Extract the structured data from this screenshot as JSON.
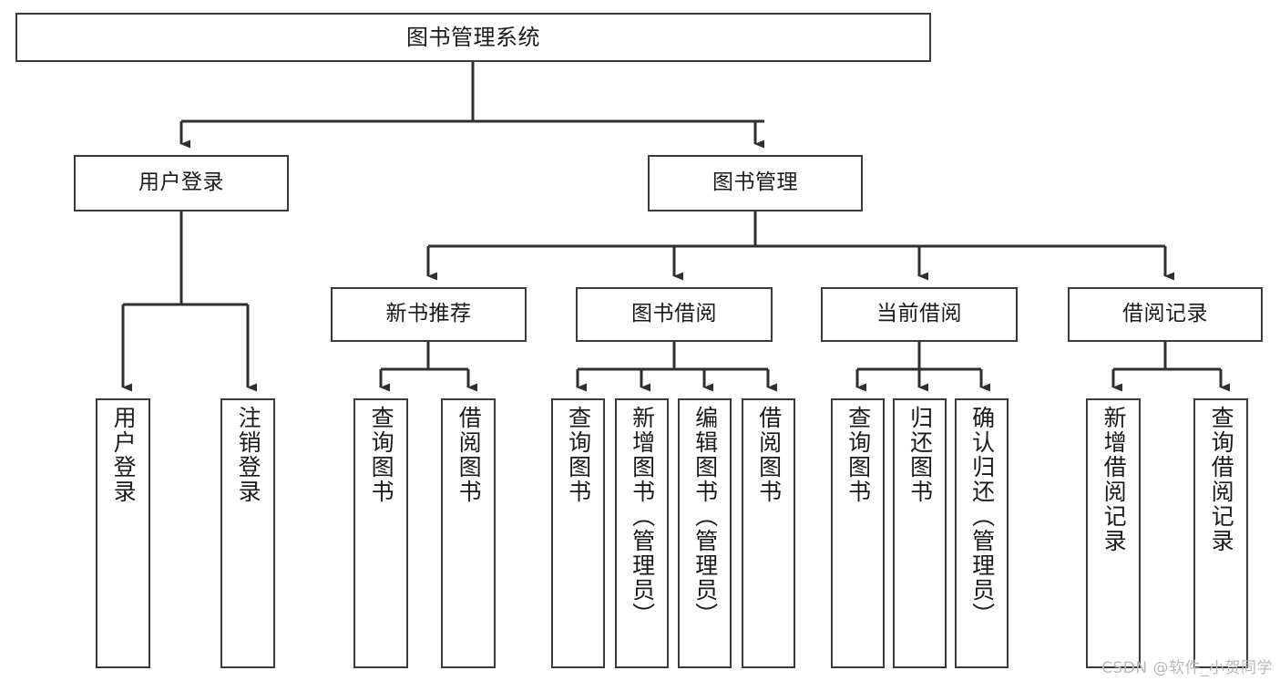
{
  "diagram": {
    "kind": "function-structure-tree",
    "title": "图书管理系统",
    "watermark": "CSDN @软件_小贺同学",
    "colors": {
      "node_border": "#3a3a3a",
      "node_fill": "#ffffff",
      "edge": "#2f2f2f",
      "text": "#1a1a1a",
      "watermark": "#b9b9b9",
      "background": "#ffffff"
    },
    "levels": {
      "root": {
        "label": "图书管理系统"
      },
      "level2": [
        {
          "id": "user-login",
          "label": "用户登录"
        },
        {
          "id": "book-manage",
          "label": "图书管理"
        }
      ],
      "level3": [
        {
          "id": "new-book-rec",
          "label": "新书推荐",
          "parent": "book-manage"
        },
        {
          "id": "book-borrow",
          "label": "图书借阅",
          "parent": "book-manage"
        },
        {
          "id": "current-borrow",
          "label": "当前借阅",
          "parent": "book-manage"
        },
        {
          "id": "borrow-record",
          "label": "借阅记录",
          "parent": "book-manage"
        }
      ],
      "leaves": [
        {
          "id": "leaf-user-login",
          "label": "用户登录",
          "parent": "user-login"
        },
        {
          "id": "leaf-logout",
          "label": "注销登录",
          "parent": "user-login"
        },
        {
          "id": "leaf-query-book-1",
          "label": "查询图书",
          "parent": "new-book-rec"
        },
        {
          "id": "leaf-borrow-book-1",
          "label": "借阅图书",
          "parent": "new-book-rec"
        },
        {
          "id": "leaf-query-book-2",
          "label": "查询图书",
          "parent": "book-borrow"
        },
        {
          "id": "leaf-add-book",
          "label": "新增图书（管理员）",
          "parent": "book-borrow"
        },
        {
          "id": "leaf-edit-book",
          "label": "编辑图书（管理员）",
          "parent": "book-borrow"
        },
        {
          "id": "leaf-borrow-book-2",
          "label": "借阅图书",
          "parent": "book-borrow"
        },
        {
          "id": "leaf-query-book-3",
          "label": "查询图书",
          "parent": "current-borrow"
        },
        {
          "id": "leaf-return-book",
          "label": "归还图书",
          "parent": "current-borrow"
        },
        {
          "id": "leaf-confirm-return",
          "label": "确认归还（管理员）",
          "parent": "current-borrow"
        },
        {
          "id": "leaf-add-record",
          "label": "新增借阅记录",
          "parent": "borrow-record"
        },
        {
          "id": "leaf-query-record",
          "label": "查询借阅记录",
          "parent": "borrow-record"
        }
      ]
    }
  }
}
